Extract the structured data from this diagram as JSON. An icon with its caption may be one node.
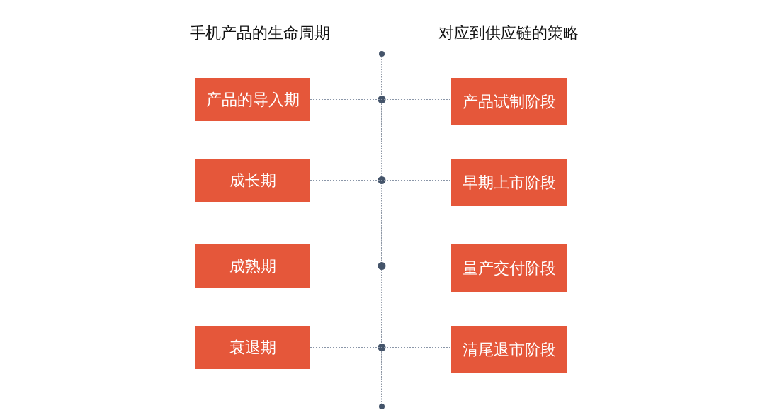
{
  "diagram": {
    "nodes": [
      {
        "text": [
          "产品的导入期"
        ]
      },
      {
        "text": [
          "产品试制阶段"
        ]
      },
      {
        "text": [
          "成长期"
        ]
      },
      {
        "text": [
          "早期上市阶段"
        ]
      },
      {
        "text": [
          "成熟期"
        ]
      },
      {
        "text": [
          "量产交付阶段"
        ]
      },
      {
        "text": [
          "衰退期"
        ]
      },
      {
        "text": [
          "清尾退市阶段"
        ]
      }
    ],
    "edges": [
      {
        "from": 0,
        "to": 1,
        "arrow": "none",
        "style": "dashed"
      },
      {
        "from": 2,
        "to": 3,
        "arrow": "none",
        "style": "dashed"
      },
      {
        "from": 4,
        "to": 5,
        "arrow": "none",
        "style": "dashed"
      },
      {
        "from": 6,
        "to": 7,
        "arrow": "none",
        "style": "dashed"
      }
    ],
    "labels": [
      "手机产品的生命周期",
      "对应到供应链的策略"
    ]
  }
}
